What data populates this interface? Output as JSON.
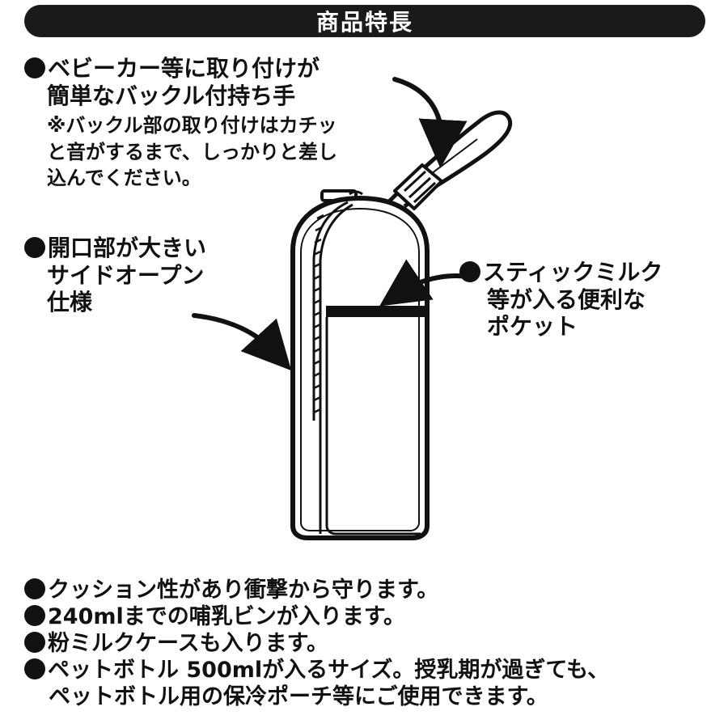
{
  "header": {
    "title": "商品特長"
  },
  "callouts": {
    "buckle": {
      "lines": [
        "ベビーカー等に取り付けが",
        "簡単なバックル付持ち手"
      ],
      "note": [
        "※バックル部の取り付けはカチッ",
        "と音がするまで、しっかりと差し",
        "込んでください。"
      ]
    },
    "opening": {
      "lines": [
        "開口部が大きい",
        "サイドオープン",
        "仕様"
      ]
    },
    "pocket": {
      "lines": [
        "スティックミルク",
        "等が入る便利な",
        "ポケット"
      ]
    }
  },
  "features": [
    "クッション性があり衝撃から守ります。",
    "240mlまでの哺乳ビンが入ります。",
    "粉ミルクケースも入ります。",
    "ペットボトル 500mlが入るサイズ。授乳期が過ぎても、"
  ],
  "features_continuation": "ペットボトル用の保冷ポーチ等にご使用できます。",
  "colors": {
    "ink": "#111111",
    "header_bg": "#1a1a1a",
    "header_text": "#ffffff",
    "background": "#ffffff"
  },
  "icons": {
    "bullet": "black-circle-bullet",
    "arrow": "curved-arrow"
  }
}
